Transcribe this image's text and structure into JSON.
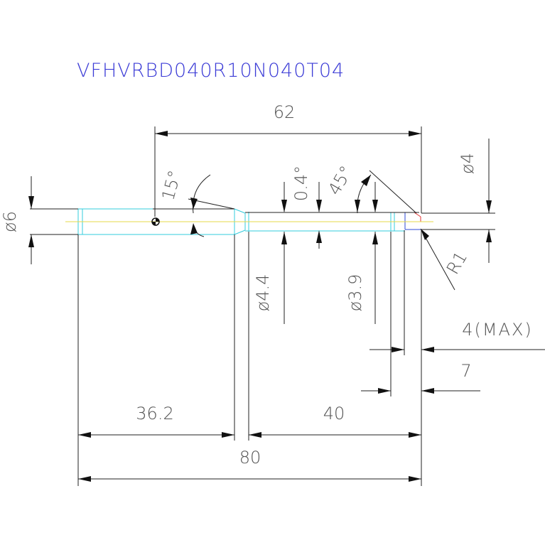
{
  "drawing": {
    "part_number": "VFHVRBD040R10N040T04",
    "dimensions": {
      "overall_cut": "62",
      "shank_dia": "ø6",
      "tip_dia": "ø4",
      "taper_angle": "15°",
      "back_taper": "0.4°",
      "chamfer_angle": "45°",
      "corner_radius": "R1",
      "neck_dia": "ø4.4",
      "relief_dia": "ø3.9",
      "flute_len_max": "4(MAX)",
      "flute_len": "7",
      "shank_len": "36.2",
      "reach_len": "40",
      "overall_len": "80"
    }
  }
}
